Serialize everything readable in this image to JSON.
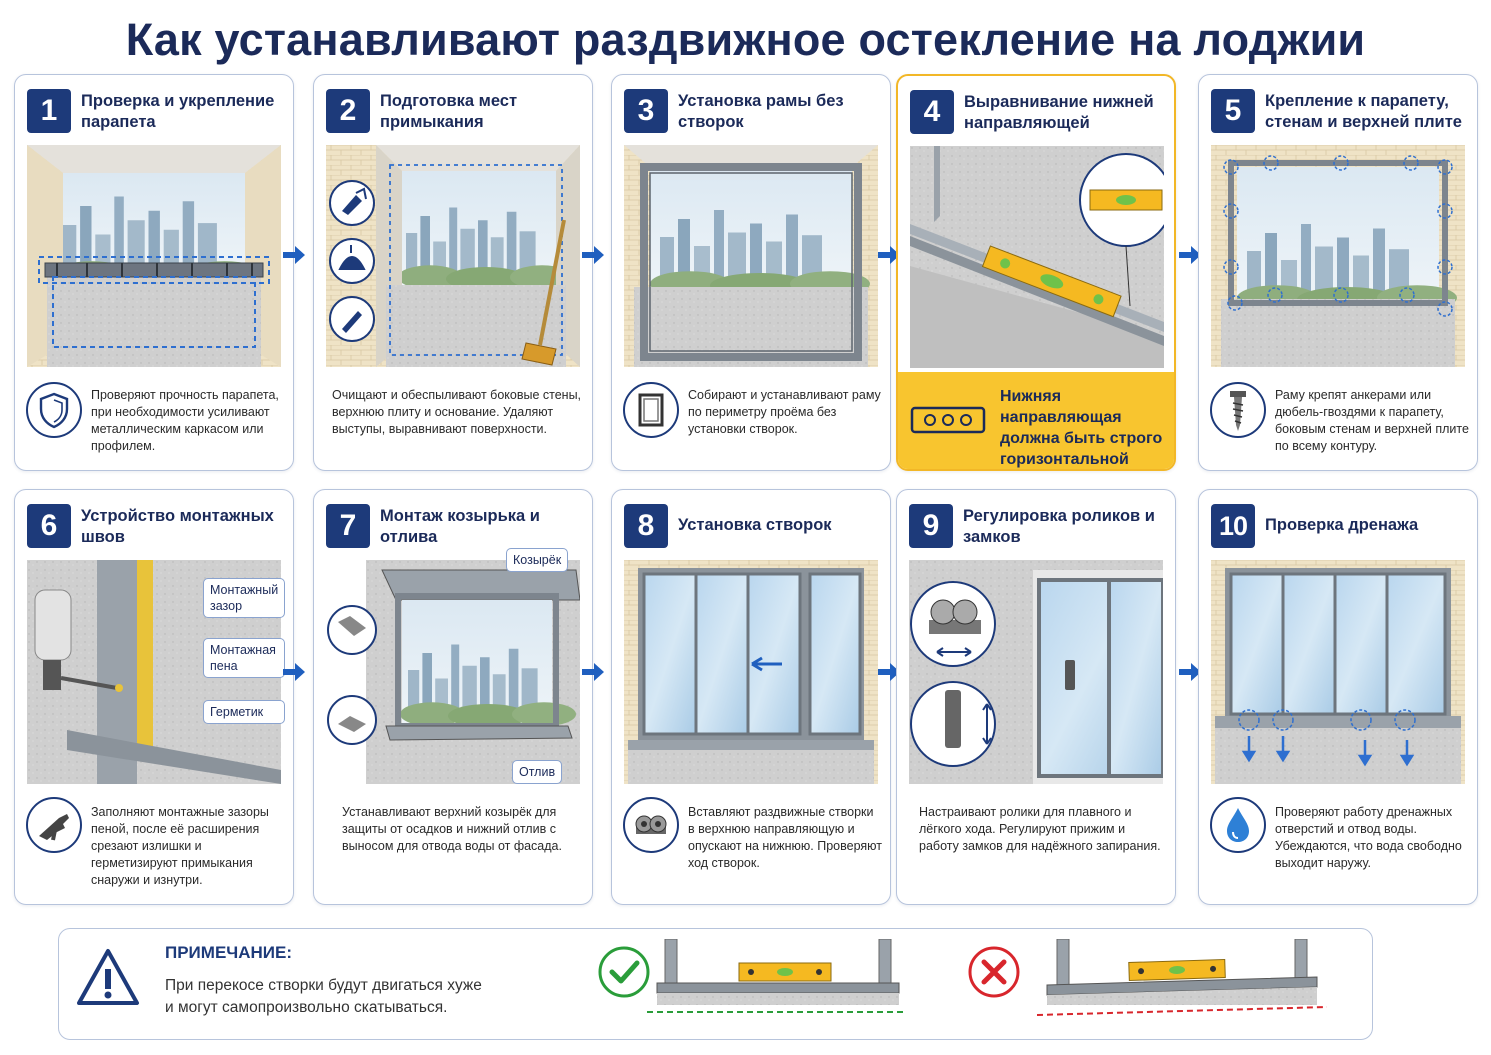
{
  "title": "Как устанавливают раздвижное остекление на лоджии",
  "colors": {
    "primary": "#1d3a7a",
    "accent": "#2e6fd0",
    "highlight": "#f8c52f",
    "ok": "#2a9d3a",
    "bad": "#d8262c"
  },
  "steps": [
    {
      "num": "1",
      "title": "Проверка и укрепление парапета",
      "desc": "Проверяют прочность парапета, при необходимости усиливают металлическим каркасом или профилем.",
      "icon": "shield-icon"
    },
    {
      "num": "2",
      "title": "Подготовка мест примыкания",
      "desc": "Очищают и обеспыливают боковые стены, верхнюю плиту и основание. Удаляют выступы, выравнивают поверхности.",
      "icon": ""
    },
    {
      "num": "3",
      "title": "Установка рамы без створок",
      "desc": "Собирают и устанавливают раму по периметру проёма без установки створок.",
      "icon": "frame-icon"
    },
    {
      "num": "4",
      "title": "Выравнивание нижней направляющей",
      "desc": "Нижняя направляющая должна быть строго горизонтальной",
      "icon": "level-icon"
    },
    {
      "num": "5",
      "title": "Крепление к парапету, стенам и верхней плите",
      "desc": "Раму крепят анкерами или дюбель-гвоздями к парапету, боковым стенам и верхней плите по всему контуру.",
      "icon": "screw-icon"
    },
    {
      "num": "6",
      "title": "Устройство монтажных швов",
      "desc": "Заполняют монтажные зазоры пеной, после её расширения срезают излишки и герметизируют примыкания снаружи и изнутри.",
      "icon": "foam-gun-icon",
      "labels": [
        "Монтажный зазор",
        "Монтажная пена",
        "Герметик"
      ]
    },
    {
      "num": "7",
      "title": "Монтаж козырька и отлива",
      "desc": "Устанавливают верхний козырёк для защиты от осадков и нижний отлив с выносом для отвода воды от фасада.",
      "icon": "",
      "labels": [
        "Козырёк",
        "Отлив"
      ]
    },
    {
      "num": "8",
      "title": "Установка створок",
      "desc": "Вставляют раздвижные створки в верхнюю направляющую и опускают на нижнюю. Проверяют ход створок.",
      "icon": "roller-icon"
    },
    {
      "num": "9",
      "title": "Регулировка роликов и замков",
      "desc": "Настраивают ролики для плавного и лёгкого хода. Регулируют прижим и работу замков для надёжного запирания.",
      "icon": ""
    },
    {
      "num": "10",
      "title": "Проверка дренажа",
      "desc": "Проверяют работу дренажных отверстий и отвод воды. Убеждаются, что вода свободно выходит наружу.",
      "icon": "water-drop-icon"
    }
  ],
  "note": {
    "title": "ПРИМЕЧАНИЕ:",
    "text": "При перекосе створки будут двигаться хуже и могут самопроизвольно скатываться."
  }
}
